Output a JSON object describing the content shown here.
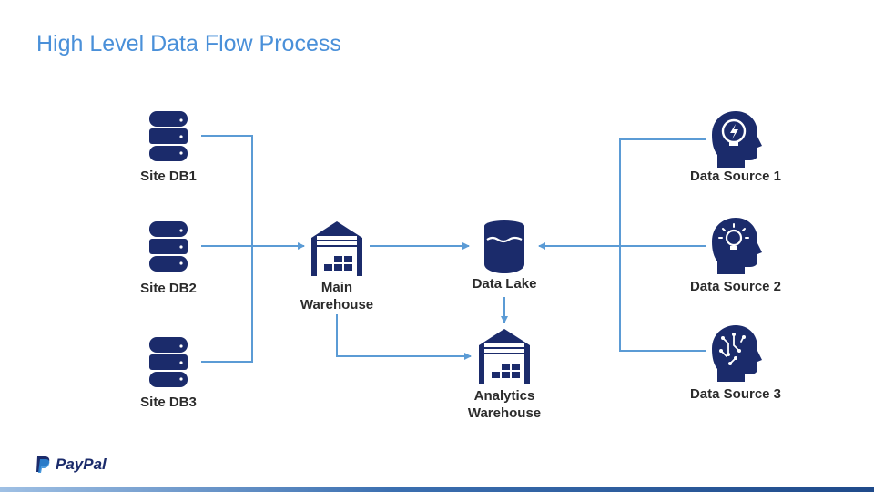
{
  "title": "High Level Data Flow Process",
  "colors": {
    "icon": "#1b2b6b",
    "title": "#4a90d9",
    "arrow": "#5b9bd5",
    "label": "#2b2b2b"
  },
  "nodes": {
    "site_db1": {
      "label": "Site DB1",
      "icon": "database-icon"
    },
    "site_db2": {
      "label": "Site DB2",
      "icon": "database-icon"
    },
    "site_db3": {
      "label": "Site DB3",
      "icon": "database-icon"
    },
    "main_warehouse": {
      "label_line1": "Main",
      "label_line2": "Warehouse",
      "icon": "warehouse-icon"
    },
    "data_lake": {
      "label": "Data Lake",
      "icon": "data-lake-icon"
    },
    "analytics_warehouse": {
      "label_line1": "Analytics",
      "label_line2": "Warehouse",
      "icon": "warehouse-icon"
    },
    "data_source_1": {
      "label": "Data Source 1",
      "icon": "head-lightning-icon"
    },
    "data_source_2": {
      "label": "Data Source 2",
      "icon": "head-lightbulb-icon"
    },
    "data_source_3": {
      "label": "Data Source 3",
      "icon": "head-circuit-icon"
    }
  },
  "flows": [
    {
      "from": "Site DB1",
      "to": "Main Warehouse"
    },
    {
      "from": "Site DB2",
      "to": "Main Warehouse"
    },
    {
      "from": "Site DB3",
      "to": "Main Warehouse"
    },
    {
      "from": "Main Warehouse",
      "to": "Data Lake"
    },
    {
      "from": "Main Warehouse",
      "to": "Analytics Warehouse"
    },
    {
      "from": "Data Lake",
      "to": "Analytics Warehouse"
    },
    {
      "from": "Data Source 1",
      "to": "Data Lake"
    },
    {
      "from": "Data Source 2",
      "to": "Data Lake"
    },
    {
      "from": "Data Source 3",
      "to": "Data Lake"
    }
  ],
  "footer": {
    "brand": "PayPal",
    "brand_icon": "paypal-logo-icon"
  }
}
